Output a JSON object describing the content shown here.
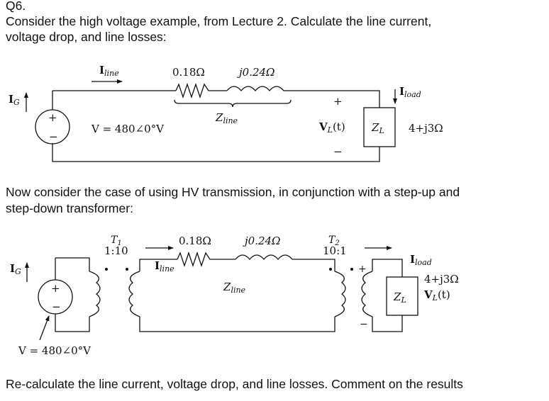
{
  "question": {
    "number": "Q6.",
    "intro_line1": "Consider the high voltage example, from Lecture 2.  Calculate the line current,",
    "intro_line2": "voltage drop, and line losses:",
    "middle_line1": "Now consider the case of using HV transmission, in conjunction with a step-up and",
    "middle_line2": "step-down transformer:",
    "closing": "Re-calculate the line current, voltage drop, and line losses.  Comment on the results"
  },
  "circuit1": {
    "i_line": {
      "main": "I",
      "sub": "line"
    },
    "r_line": "0.18Ω",
    "x_line": "j0.24Ω",
    "z_line": {
      "main": "Z",
      "sub": "line"
    },
    "i_gen": {
      "main": "I",
      "sub": "G"
    },
    "source_plus": "+",
    "source_minus": "−",
    "source_voltage": "V = 480∠0°V",
    "v_load": {
      "main": "V",
      "sub": "L",
      "suffix": "(t)"
    },
    "v_plus": "+",
    "v_minus": "−",
    "z_load": {
      "main": "Z",
      "sub": "L"
    },
    "i_load": {
      "main": "I",
      "sub": "load"
    },
    "load_value": "4+j3Ω"
  },
  "circuit2": {
    "t1_name": {
      "main": "T",
      "sub": "1"
    },
    "t1_ratio": "1:10",
    "t2_name": {
      "main": "T",
      "sub": "2"
    },
    "t2_ratio": "10:1",
    "r_line": "0.18Ω",
    "x_line": "j0.24Ω",
    "i_line": {
      "main": "I",
      "sub": "line"
    },
    "z_line": {
      "main": "Z",
      "sub": "line"
    },
    "i_gen": {
      "main": "I",
      "sub": "G"
    },
    "source_plus": "+",
    "source_minus": "−",
    "source_voltage": "V = 480∠0°V",
    "load_plus": "+",
    "load_minus": "−",
    "z_load": {
      "main": "Z",
      "sub": "L"
    },
    "i_load": {
      "main": "I",
      "sub": "load"
    },
    "load_value": "4+j3Ω",
    "v_load": {
      "main": "V",
      "sub": "L",
      "suffix": "(t)"
    }
  }
}
